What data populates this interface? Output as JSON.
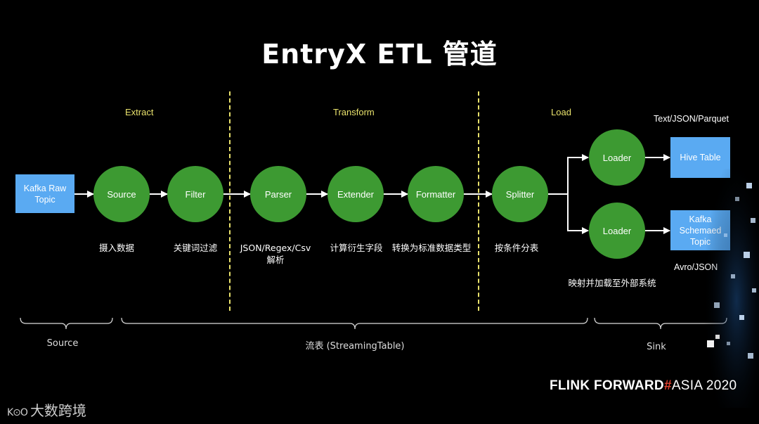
{
  "title": "EntryX ETL 管道",
  "stages": {
    "extract": "Extract",
    "transform": "Transform",
    "load": "Load"
  },
  "boxes": {
    "kafka_raw": "Kafka Raw\nTopic",
    "hive_table": "Hive Table",
    "kafka_schemaed": "Kafka\nSchemaed\nTopic"
  },
  "nodes": {
    "source": "Source",
    "filter": "Filter",
    "parser": "Parser",
    "extender": "Extender",
    "formatter": "Formatter",
    "splitter": "Splitter",
    "loader_top": "Loader",
    "loader_bottom": "Loader"
  },
  "descriptions": {
    "source": "摄入数据",
    "filter": "关键词过滤",
    "parser": "JSON/Regex/Csv\n解析",
    "extender": "计算衍生字段",
    "formatter": "转换为标准数据类型",
    "splitter": "按条件分表",
    "loader": "映射并加载至外部系统"
  },
  "formats": {
    "top": "Text/JSON/Parquet",
    "bottom": "Avro/JSON"
  },
  "groups": {
    "source": "Source",
    "streaming": "流表 (StreamingTable)",
    "sink": "Sink"
  },
  "brand": {
    "part1": "FLINK FORWARD",
    "hash": "#",
    "part2": "ASIA 2020"
  },
  "logo": {
    "mark": "K⊙O",
    "text": "大数跨境"
  },
  "colors": {
    "node": "#3d9a32",
    "box": "#5aaaf2",
    "stage": "#e9e26c",
    "hash": "#e2412f"
  }
}
